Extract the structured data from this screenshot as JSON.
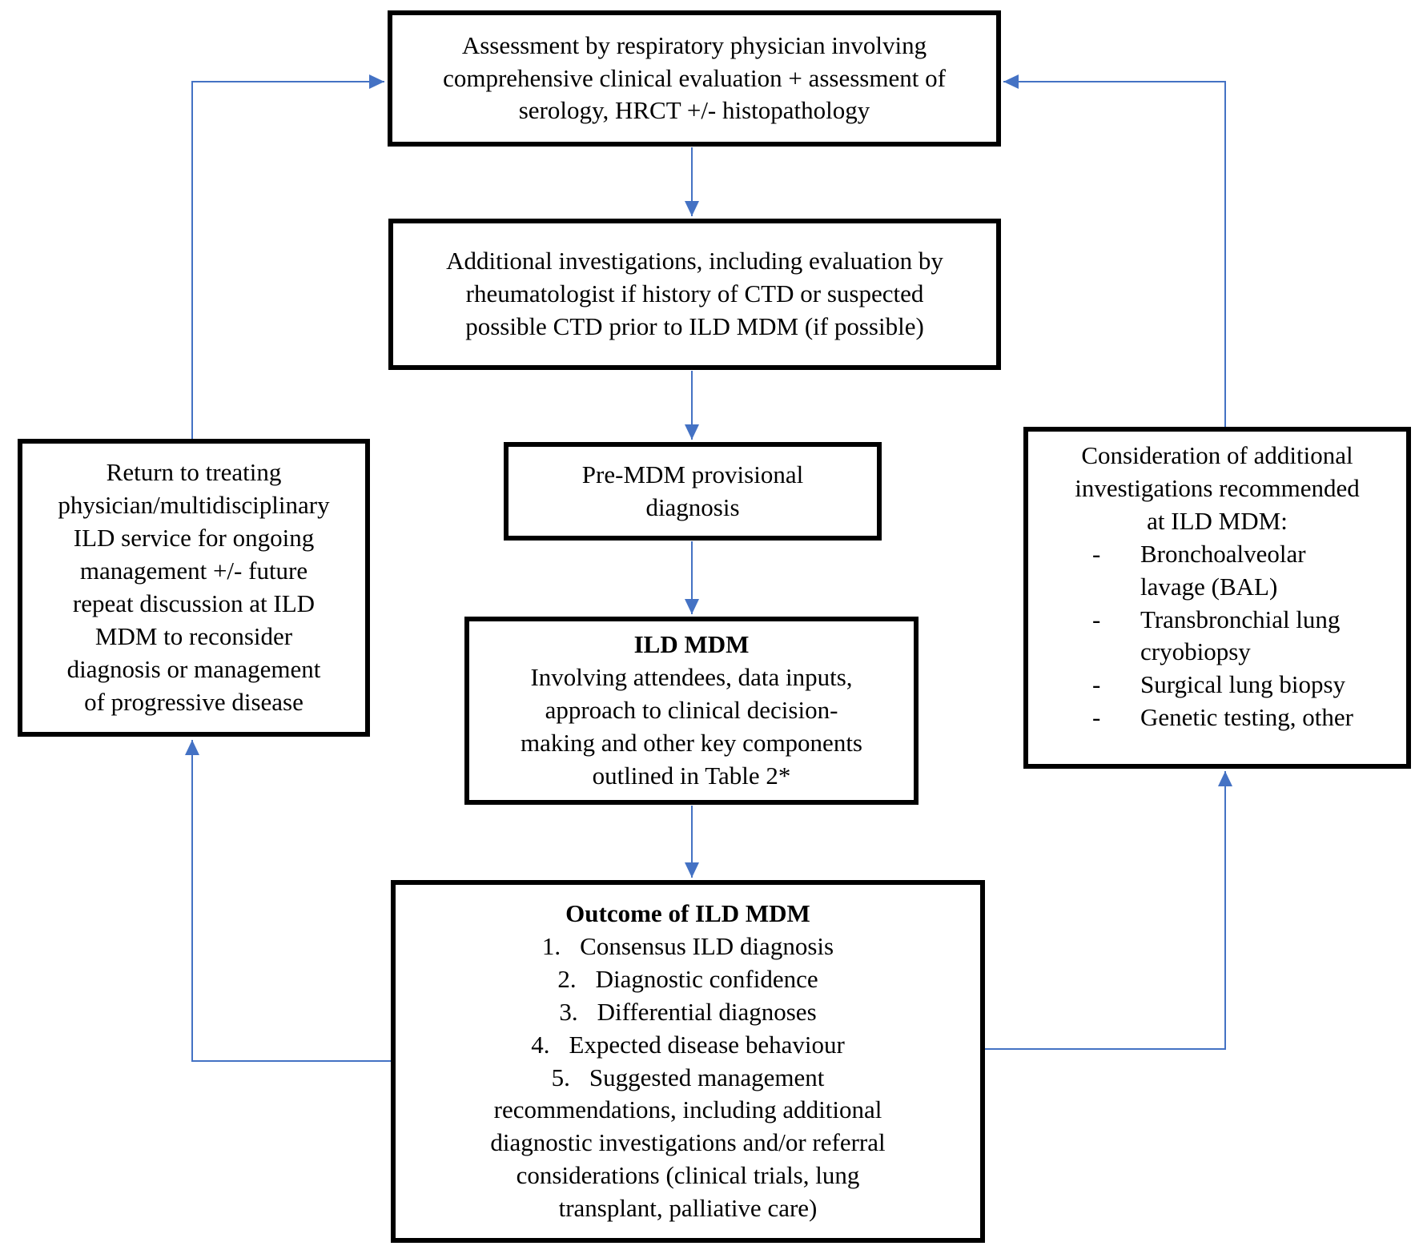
{
  "diagram": {
    "arrow_color": "#4472C4",
    "boxes": {
      "assessment": {
        "text": "Assessment by respiratory physician involving\ncomprehensive clinical evaluation + assessment of\nserology, HRCT +/- histopathology"
      },
      "additional_investigations": {
        "text": "Additional investigations, including evaluation by\nrheumatologist if history of CTD or suspected\npossible CTD prior to ILD MDM (if possible)"
      },
      "pre_mdm": {
        "text": "Pre-MDM provisional\ndiagnosis"
      },
      "ild_mdm": {
        "title": "ILD MDM",
        "text": "Involving attendees, data inputs,\napproach to clinical decision-\nmaking and other key components\noutlined in Table 2*"
      },
      "outcome": {
        "title": "Outcome of ILD MDM",
        "items": [
          {
            "num": "1.",
            "text": "Consensus ILD diagnosis"
          },
          {
            "num": "2.",
            "text": "Diagnostic confidence"
          },
          {
            "num": "3.",
            "text": "Differential diagnoses"
          },
          {
            "num": "4.",
            "text": "Expected disease behaviour"
          },
          {
            "num": "5.",
            "text": "Suggested management\nrecommendations, including additional\ndiagnostic investigations and/or referral\nconsiderations (clinical trials, lung\ntransplant, palliative care)"
          }
        ]
      },
      "return_to_physician": {
        "text": "Return to treating\nphysician/multidisciplinary\nILD service for ongoing\nmanagement +/- future\nrepeat discussion at ILD\nMDM to reconsider\ndiagnosis or management\nof progressive disease"
      },
      "consideration": {
        "heading": "Consideration of additional\ninvestigations recommended\nat ILD MDM:",
        "bullet": "-",
        "items": [
          "Bronchoalveolar\nlavage (BAL)",
          "Transbronchial lung\ncryobiopsy",
          "Surgical lung biopsy",
          "Genetic testing, other"
        ]
      }
    }
  }
}
